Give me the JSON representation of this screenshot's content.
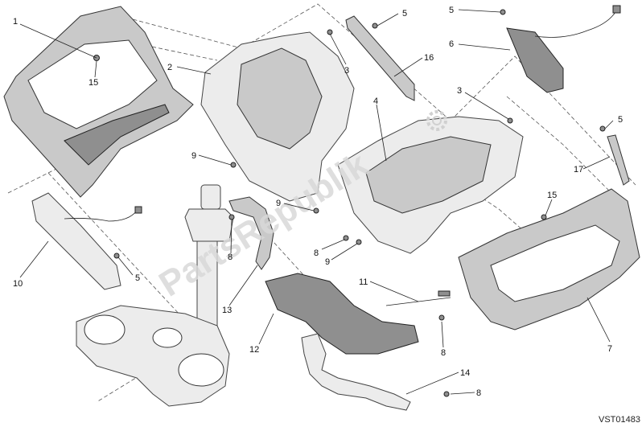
{
  "drawing": {
    "code": "VST01483",
    "watermark": "PartsRepublik"
  },
  "callouts": [
    {
      "id": "c1",
      "label": "1"
    },
    {
      "id": "c2",
      "label": "2"
    },
    {
      "id": "c3a",
      "label": "3"
    },
    {
      "id": "c3b",
      "label": "3"
    },
    {
      "id": "c4",
      "label": "4"
    },
    {
      "id": "c5a",
      "label": "5"
    },
    {
      "id": "c5b",
      "label": "5"
    },
    {
      "id": "c5c",
      "label": "5"
    },
    {
      "id": "c5d",
      "label": "5"
    },
    {
      "id": "c6",
      "label": "6"
    },
    {
      "id": "c7",
      "label": "7"
    },
    {
      "id": "c8a",
      "label": "8"
    },
    {
      "id": "c8b",
      "label": "8"
    },
    {
      "id": "c8c",
      "label": "8"
    },
    {
      "id": "c8d",
      "label": "8"
    },
    {
      "id": "c9a",
      "label": "9"
    },
    {
      "id": "c9b",
      "label": "9"
    },
    {
      "id": "c9c",
      "label": "9"
    },
    {
      "id": "c10",
      "label": "10"
    },
    {
      "id": "c11",
      "label": "11"
    },
    {
      "id": "c12",
      "label": "12"
    },
    {
      "id": "c13",
      "label": "13"
    },
    {
      "id": "c14",
      "label": "14"
    },
    {
      "id": "c15a",
      "label": "15"
    },
    {
      "id": "c15b",
      "label": "15"
    },
    {
      "id": "c16",
      "label": "16"
    },
    {
      "id": "c17",
      "label": "17"
    }
  ]
}
